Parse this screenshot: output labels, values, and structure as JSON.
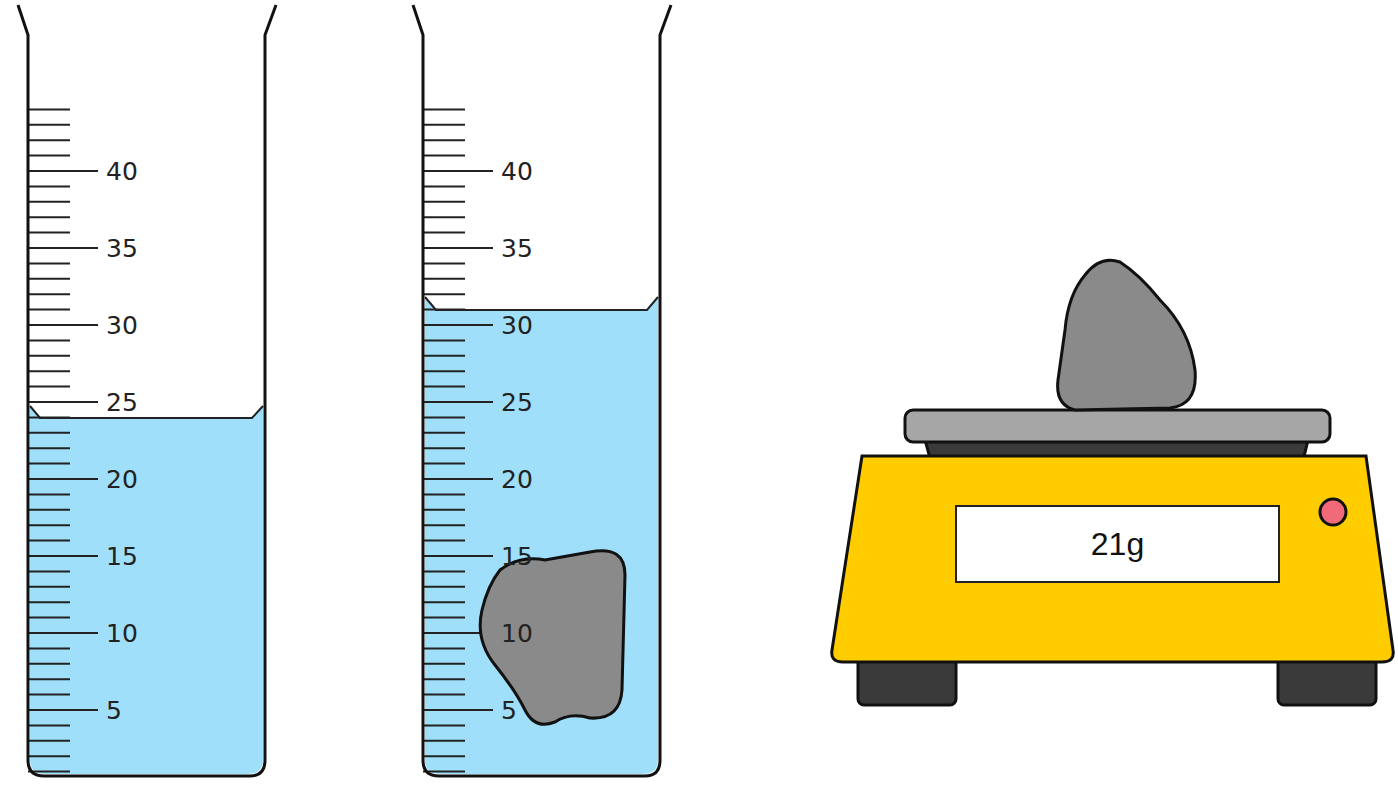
{
  "diagram": {
    "nodes": [
      {
        "text": [
          "21g"
        ]
      }
    ],
    "labels": [
      "40",
      "35",
      "30",
      "25",
      "20",
      "15",
      "10",
      "5",
      "40",
      "35",
      "30",
      "25",
      "20",
      "15",
      "10",
      "5"
    ]
  }
}
